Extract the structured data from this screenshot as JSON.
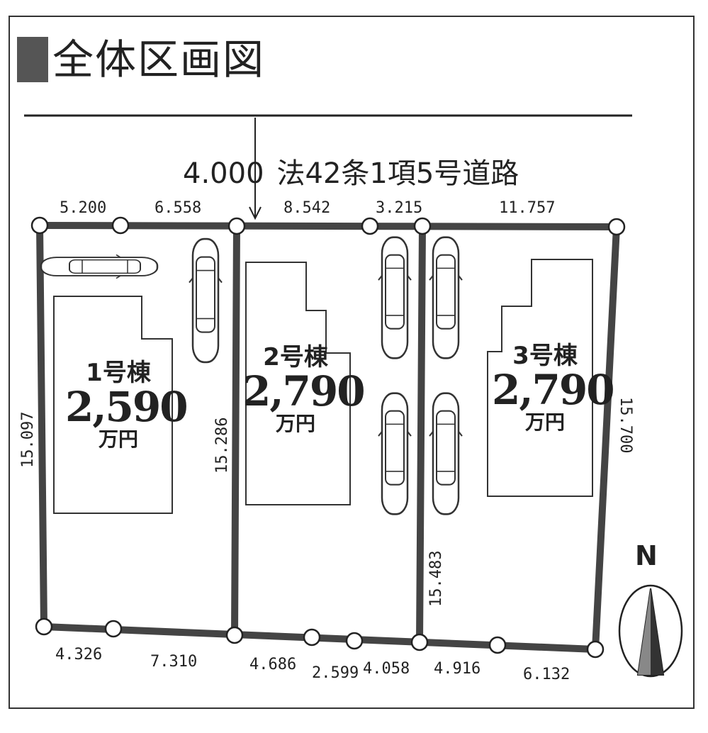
{
  "title": "全体区画図",
  "road": {
    "width": "4.000",
    "type": "法42条1項5号道路"
  },
  "top_dims": [
    "5.200",
    "6.558",
    "8.542",
    "3.215",
    "11.757"
  ],
  "bottom_dims": [
    "4.326",
    "7.310",
    "4.686",
    "2.599",
    "4.058",
    "4.916",
    "6.132"
  ],
  "side_dims": [
    "15.097",
    "15.286",
    "15.483",
    "15.700"
  ],
  "lots": [
    {
      "name": "1号棟",
      "price": "2,590",
      "unit": "万円"
    },
    {
      "name": "2号棟",
      "price": "2,790",
      "unit": "万円"
    },
    {
      "name": "3号棟",
      "price": "2,790",
      "unit": "万円"
    }
  ],
  "compass": {
    "label": "N"
  }
}
